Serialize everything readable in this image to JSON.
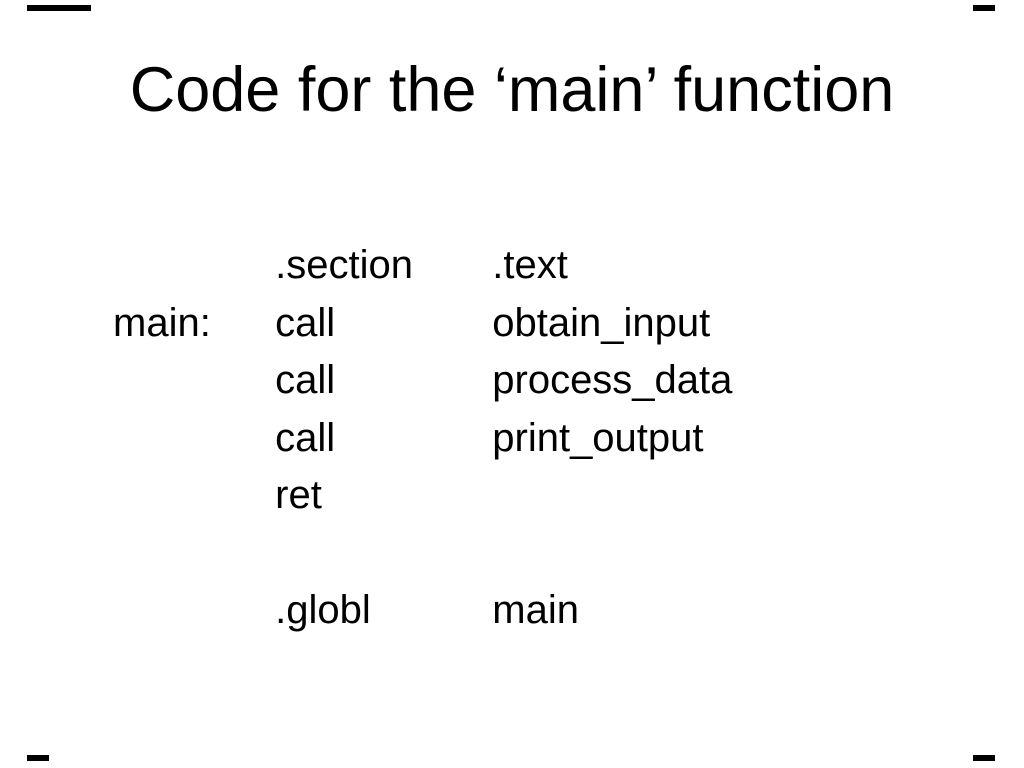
{
  "slide": {
    "title": "Code for the ‘main’ function",
    "code": {
      "rows": [
        {
          "label": "",
          "opcode": ".section",
          "operand": ".text"
        },
        {
          "label": "main:",
          "opcode": "call",
          "operand": "obtain_input"
        },
        {
          "label": "",
          "opcode": "call",
          "operand": "process_data"
        },
        {
          "label": "",
          "opcode": "call",
          "operand": "print_output"
        },
        {
          "label": "",
          "opcode": "ret",
          "operand": ""
        },
        {
          "label": "",
          "opcode": "",
          "operand": ""
        },
        {
          "label": "",
          "opcode": ".globl",
          "operand": "main"
        }
      ]
    },
    "colors": {
      "background": "#ffffff",
      "text": "#000000"
    }
  }
}
